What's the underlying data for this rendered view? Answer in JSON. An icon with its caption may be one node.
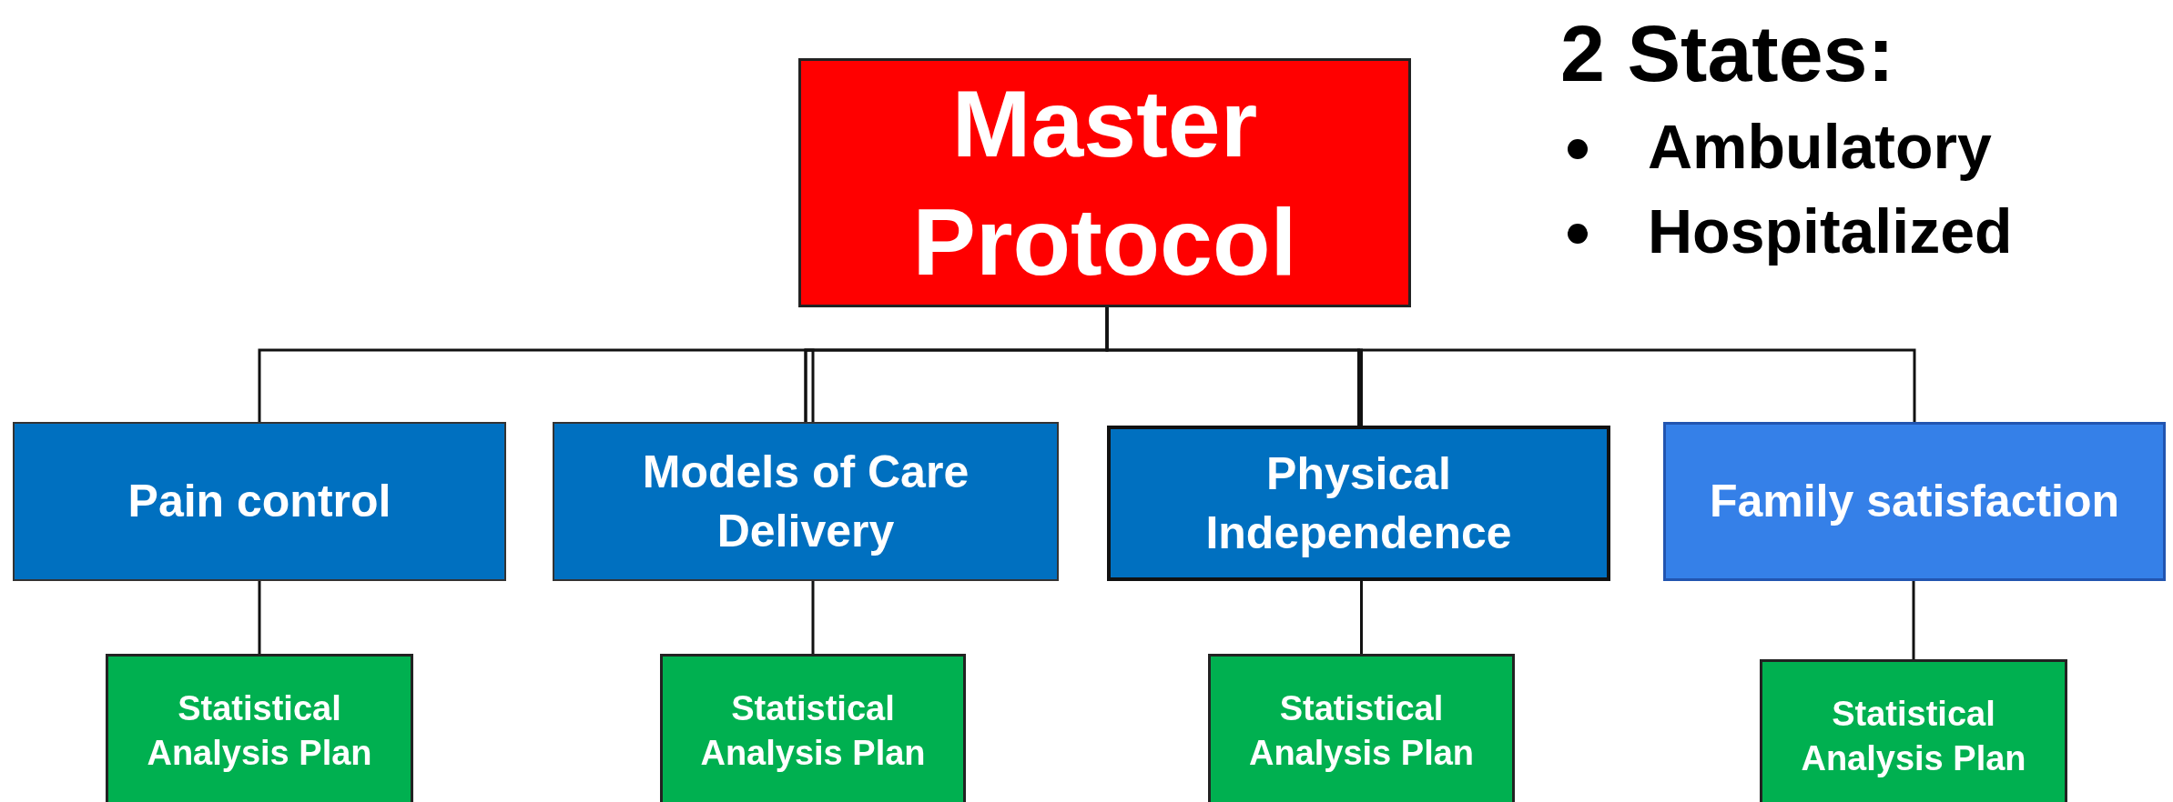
{
  "diagram": {
    "nodes": [
      {
        "text": [
          "Master Protocol"
        ]
      },
      {
        "text": [
          "Pain control"
        ]
      },
      {
        "text": [
          "Models of Care Delivery"
        ]
      },
      {
        "text": [
          "Physical Independence"
        ]
      },
      {
        "text": [
          "Family satisfaction"
        ]
      },
      {
        "text": [
          "Statistical Analysis Plan"
        ]
      },
      {
        "text": [
          "Statistical Analysis Plan"
        ]
      },
      {
        "text": [
          "Statistical Analysis Plan"
        ]
      },
      {
        "text": [
          "Statistical Analysis Plan"
        ]
      }
    ],
    "edges": [
      {
        "from": 0,
        "to": 1,
        "arrow": "none"
      },
      {
        "from": 0,
        "to": 2,
        "arrow": "none"
      },
      {
        "from": 0,
        "to": 3,
        "arrow": "none"
      },
      {
        "from": 0,
        "to": 4,
        "arrow": "none"
      },
      {
        "from": 1,
        "to": 5,
        "arrow": "none"
      },
      {
        "from": 2,
        "to": 6,
        "arrow": "none"
      },
      {
        "from": 3,
        "to": 7,
        "arrow": "none"
      },
      {
        "from": 4,
        "to": 8,
        "arrow": "none"
      }
    ],
    "labels": [
      "2 States:",
      "Ambulatory",
      "Hospitalized"
    ]
  }
}
